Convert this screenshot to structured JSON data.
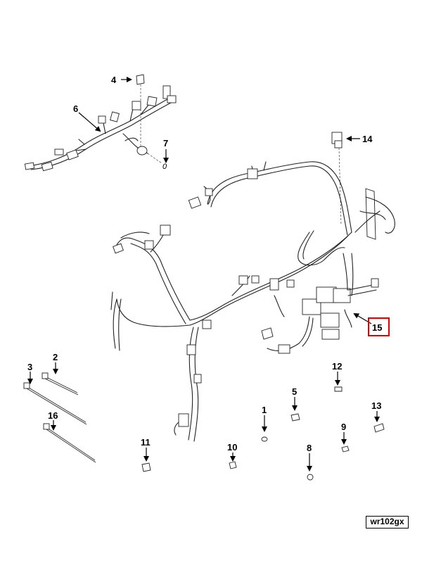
{
  "diagram": {
    "id_label": "wr102gx",
    "highlighted_callout": "15",
    "highlight_color": "#e00000"
  },
  "callouts": {
    "c1": "1",
    "c2": "2",
    "c3": "3",
    "c4": "4",
    "c5": "5",
    "c6": "6",
    "c7": "7",
    "c8": "8",
    "c9": "9",
    "c10": "10",
    "c11": "11",
    "c12": "12",
    "c13": "13",
    "c14": "14",
    "c15": "15",
    "c16": "16"
  }
}
